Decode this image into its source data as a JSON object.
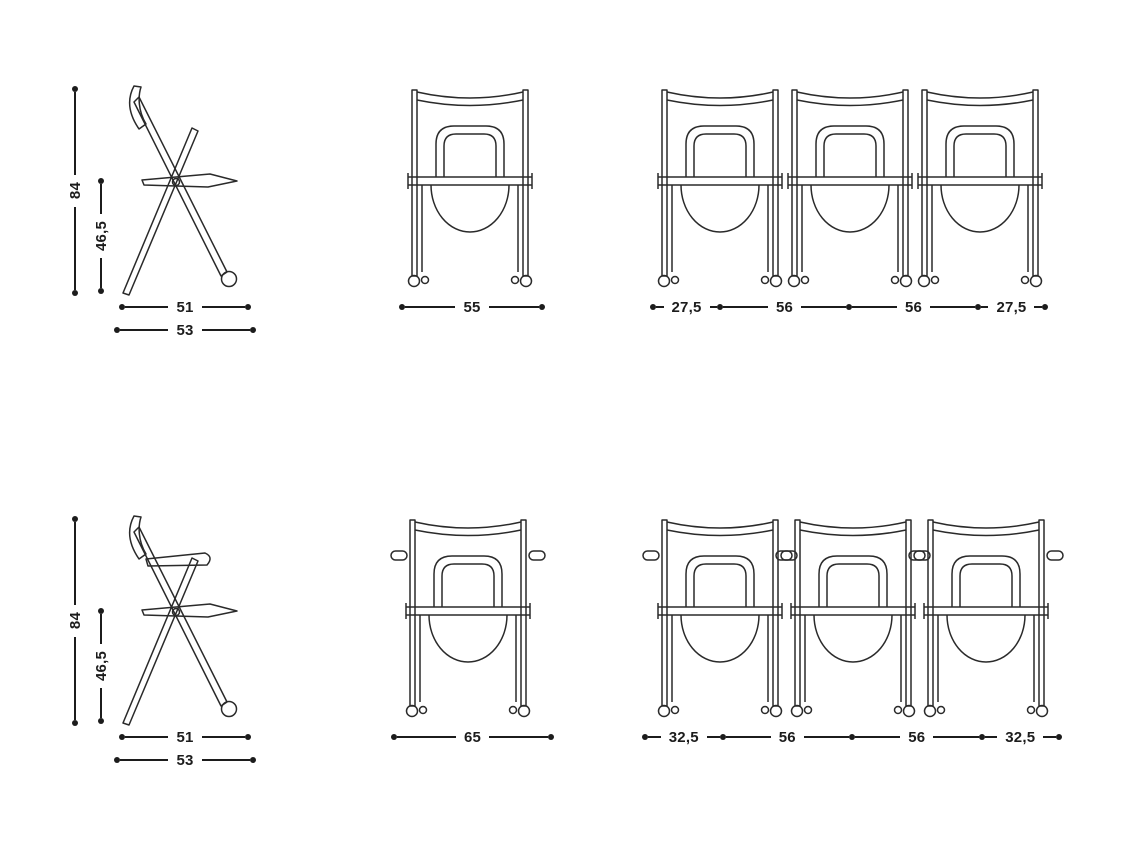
{
  "palette": {
    "ink": "#1c1c1c",
    "drawing_stroke": "#2a2a2a",
    "background": "#ffffff"
  },
  "diagram": {
    "top": {
      "side": {
        "height": "84",
        "seat_height": "46,5",
        "depth_a": "51",
        "depth_b": "53"
      },
      "front_single": {
        "width": "55"
      },
      "front_row": {
        "d1": "27,5",
        "d2": "56",
        "d3": "56",
        "d4": "27,5"
      }
    },
    "bottom": {
      "side": {
        "height": "84",
        "seat_height": "46,5",
        "depth_a": "51",
        "depth_b": "53"
      },
      "front_single": {
        "width": "65"
      },
      "front_row": {
        "d1": "32,5",
        "d2": "56",
        "d3": "56",
        "d4": "32,5"
      }
    },
    "figures": [
      "folding-chair-side-view",
      "folding-chair-front-view",
      "folding-chair-row-of-three-front-view",
      "folding-armchair-side-view",
      "folding-armchair-front-view",
      "folding-armchair-row-of-three-front-view"
    ]
  }
}
